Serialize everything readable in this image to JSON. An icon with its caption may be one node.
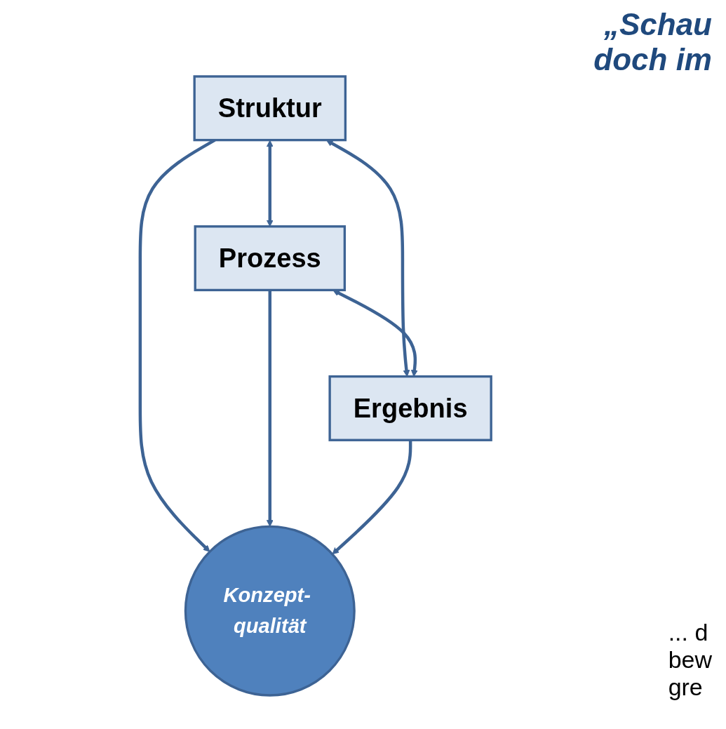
{
  "diagram": {
    "nodes": [
      {
        "text": [
          "Struktur"
        ]
      },
      {
        "text": [
          "Prozess"
        ]
      },
      {
        "text": [
          "Ergebnis"
        ]
      },
      {
        "text": [
          "Konzept- qualität"
        ]
      }
    ],
    "edges": [
      {
        "from": 0,
        "to": 1,
        "arrow": "both"
      },
      {
        "from": 0,
        "to": 3,
        "arrow": "to"
      },
      {
        "from": 1,
        "to": 3,
        "arrow": "to"
      },
      {
        "from": 2,
        "to": 3,
        "arrow": "to"
      },
      {
        "from": 0,
        "to": 2,
        "arrow": "both"
      },
      {
        "from": 1,
        "to": 2,
        "arrow": "both"
      }
    ],
    "labels": [
      "„Schau",
      "doch im",
      "... d",
      "bew",
      "gre"
    ]
  }
}
